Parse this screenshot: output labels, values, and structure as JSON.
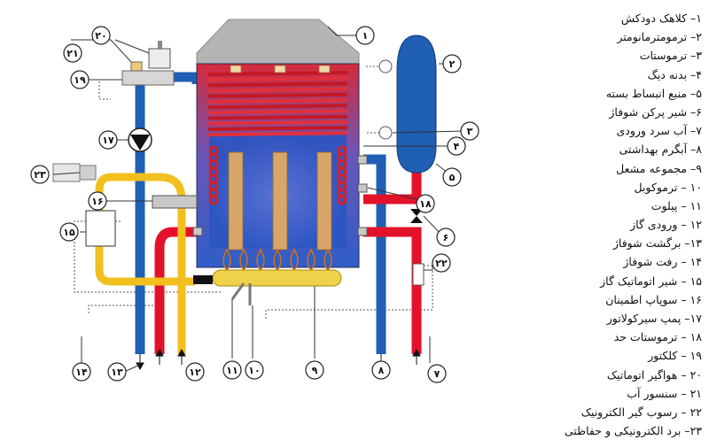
{
  "legend": [
    "۱– کلاهک دودکش",
    "۲– ترمومترمانومتر",
    "۳– ترموستات",
    "۴– بدنه دیگ",
    "۵– منبع انبساط بسته",
    "۶– شیر پرکن شوفاژ",
    "۷– آب سرد ورودی",
    "۸– آبگرم بهداشتی",
    "۹– مجموعه مشعل",
    "۱۰ – ترموکوبل",
    "۱۱ – پیلوت",
    "۱۲ – ورودی گاز",
    "۱۳– برگشت شوفاژ",
    "۱۴ – رفت شوفاژ",
    "۱۵ – شیر اتوماتیک گاز",
    "۱۶ – سوپاپ اطمینان",
    "۱۷– پمپ سیرکولاتور",
    "۱۸ – ترموستات حد",
    "۱۹ – کلکتور",
    "۲۰ – هواگیر اتوماتیک",
    "۲۱ – سنسور آب",
    "۲۲ – رسوب گیر الکترونیک",
    "۲۳– برد الکترونیکی و حفاظتی"
  ],
  "callouts": {
    "c1": "۱",
    "c2": "۲",
    "c3": "۳",
    "c4": "۴",
    "c5": "۵",
    "c6": "۶",
    "c7": "۷",
    "c8": "۸",
    "c9": "۹",
    "c10": "۱۰",
    "c11": "۱۱",
    "c12": "۱۲",
    "c13": "۱۳",
    "c14": "۱۴",
    "c15": "۱۵",
    "c16": "۱۶",
    "c17": "۱۷",
    "c18": "۱۸",
    "c19": "۱۹",
    "c20": "۲۰",
    "c21": "۲۱",
    "c22": "۲۲",
    "c23": "۲۳"
  },
  "colors": {
    "hot": "#e3122b",
    "cold": "#1f5fb4",
    "gas": "#f2c01e",
    "hood": "#b4b4b4",
    "coil": "#d4202c",
    "chamber": "#3b62c8",
    "tank": "#1f5fb4",
    "flame": "#2a63c9"
  }
}
